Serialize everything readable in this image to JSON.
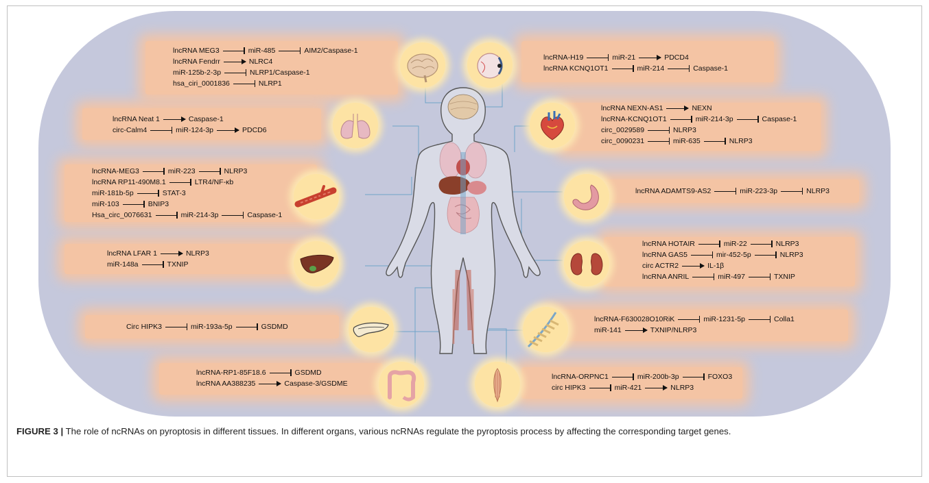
{
  "caption": {
    "label": "FIGURE 3 |",
    "text": " The role of ncRNAs on pyroptosis in different tissues. In different organs, various ncRNAs regulate the pyroptosis process by affecting the corresponding target genes."
  },
  "colors": {
    "panel": "#f4c4a4",
    "background": "#c5c8dc",
    "circle": "#fde3a4",
    "connector": "#6fa3c8"
  },
  "panels": {
    "brain": [
      [
        {
          "t": "lncRNA MEG3"
        },
        {
          "a": "inh"
        },
        {
          "t": "miR-485"
        },
        {
          "a": "inh"
        },
        {
          "t": "AIM2/Caspase-1"
        }
      ],
      [
        {
          "t": "lncRNA Fendrr"
        },
        {
          "a": "act"
        },
        {
          "t": "NLRC4"
        }
      ],
      [
        {
          "t": "miR-125b-2-3p"
        },
        {
          "a": "inh"
        },
        {
          "t": "NLRP1/Caspase-1"
        }
      ],
      [
        {
          "t": "hsa_ciri_0001836"
        },
        {
          "a": "inh"
        },
        {
          "t": "NLRP1"
        }
      ]
    ],
    "eye": [
      [
        {
          "t": "lncRNA-H19"
        },
        {
          "a": "inh"
        },
        {
          "t": "miR-21"
        },
        {
          "a": "act"
        },
        {
          "t": "PDCD4"
        }
      ],
      [
        {
          "t": "lncRNA KCNQ1OT1"
        },
        {
          "a": "inh"
        },
        {
          "t": "miR-214"
        },
        {
          "a": "inh"
        },
        {
          "t": "Caspase-1"
        }
      ]
    ],
    "lung": [
      [
        {
          "t": "lncRNA Neat 1"
        },
        {
          "a": "act"
        },
        {
          "t": "Caspase-1"
        }
      ],
      [
        {
          "t": "circ-Calm4"
        },
        {
          "a": "inh"
        },
        {
          "t": "miR-124-3p"
        },
        {
          "a": "act"
        },
        {
          "t": "PDCD6"
        }
      ]
    ],
    "heart": [
      [
        {
          "t": "lncRNA NEXN-AS1"
        },
        {
          "a": "act"
        },
        {
          "t": "NEXN"
        }
      ],
      [
        {
          "t": "lncRNA-KCNQ1OT1"
        },
        {
          "a": "inh"
        },
        {
          "t": "miR-214-3p"
        },
        {
          "a": "inh"
        },
        {
          "t": "Caspase-1"
        }
      ],
      [
        {
          "t": "circ_0029589"
        },
        {
          "a": "inh"
        },
        {
          "t": "NLRP3"
        }
      ],
      [
        {
          "t": "circ_0090231"
        },
        {
          "a": "inh"
        },
        {
          "t": "miR-635"
        },
        {
          "a": "inh"
        },
        {
          "t": "NLRP3"
        }
      ]
    ],
    "vessel": [
      [
        {
          "t": "lncRNA-MEG3"
        },
        {
          "a": "inh"
        },
        {
          "t": "miR-223"
        },
        {
          "a": "inh"
        },
        {
          "t": "NLRP3"
        }
      ],
      [
        {
          "t": "lncRNA RP11-490M8.1"
        },
        {
          "a": "inh"
        },
        {
          "t": "LTR4/NF-κb"
        }
      ],
      [
        {
          "t": "miR-181b-5p"
        },
        {
          "a": "inh"
        },
        {
          "t": "STAT-3"
        }
      ],
      [
        {
          "t": "miR-103"
        },
        {
          "a": "inh"
        },
        {
          "t": "BNIP3"
        }
      ],
      [
        {
          "t": "Hsa_circ_0076631"
        },
        {
          "a": "inh"
        },
        {
          "t": "miR-214-3p"
        },
        {
          "a": "inh"
        },
        {
          "t": "Caspase-1"
        }
      ]
    ],
    "stomach": [
      [
        {
          "t": "lncRNA ADAMTS9-AS2"
        },
        {
          "a": "inh"
        },
        {
          "t": "miR-223-3p"
        },
        {
          "a": "inh"
        },
        {
          "t": "NLRP3"
        }
      ]
    ],
    "liver": [
      [
        {
          "t": "lncRNA LFAR 1"
        },
        {
          "a": "act"
        },
        {
          "t": "NLRP3"
        }
      ],
      [
        {
          "t": "miR-148a"
        },
        {
          "a": "inh"
        },
        {
          "t": "TXNIP"
        }
      ]
    ],
    "kidney": [
      [
        {
          "t": "lncRNA HOTAIR"
        },
        {
          "a": "inh"
        },
        {
          "t": "miR-22"
        },
        {
          "a": "inh"
        },
        {
          "t": "NLRP3"
        }
      ],
      [
        {
          "t": "lncRNA GAS5"
        },
        {
          "a": "inh"
        },
        {
          "t": "mir-452-5p"
        },
        {
          "a": "inh"
        },
        {
          "t": "NLRP3"
        }
      ],
      [
        {
          "t": "circ ACTR2"
        },
        {
          "a": "act"
        },
        {
          "t": "IL-1β"
        }
      ],
      [
        {
          "t": "lncRNA ANRIL"
        },
        {
          "a": "inh"
        },
        {
          "t": "miR-497"
        },
        {
          "a": "inh"
        },
        {
          "t": "TXNIP"
        }
      ]
    ],
    "pancreas": [
      [
        {
          "t": "Circ HIPK3"
        },
        {
          "a": "inh"
        },
        {
          "t": "miR-193a-5p"
        },
        {
          "a": "inh"
        },
        {
          "t": "GSDMD"
        }
      ]
    ],
    "spine": [
      [
        {
          "t": "lncRNA-F630028O10RiK"
        },
        {
          "a": "inh"
        },
        {
          "t": "miR-1231-5p"
        },
        {
          "a": "inh"
        },
        {
          "t": "Colla1"
        }
      ],
      [
        {
          "t": "miR-141"
        },
        {
          "a": "act"
        },
        {
          "t": "TXNIP/NLRP3"
        }
      ]
    ],
    "colon": [
      [
        {
          "t": "lncRNA-RP1-85F18.6"
        },
        {
          "a": "inh"
        },
        {
          "t": "GSDMD"
        }
      ],
      [
        {
          "t": "lncRNA AA388235"
        },
        {
          "a": "act"
        },
        {
          "t": "Caspase-3/GSDME"
        }
      ]
    ],
    "muscle": [
      [
        {
          "t": "lncRNA-ORPNC1"
        },
        {
          "a": "inh"
        },
        {
          "t": "miR-200b-3p"
        },
        {
          "a": "inh"
        },
        {
          "t": "FOXO3"
        }
      ],
      [
        {
          "t": "circ HIPK3"
        },
        {
          "a": "inh"
        },
        {
          "t": "miR-421"
        },
        {
          "a": "act"
        },
        {
          "t": "NLRP3"
        }
      ]
    ]
  },
  "icons": [
    "brain-icon",
    "eye-icon",
    "lung-icon",
    "heart-icon",
    "vessel-icon",
    "stomach-icon",
    "liver-icon",
    "kidney-icon",
    "pancreas-icon",
    "spine-icon",
    "colon-icon",
    "muscle-icon",
    "human-body-icon"
  ]
}
